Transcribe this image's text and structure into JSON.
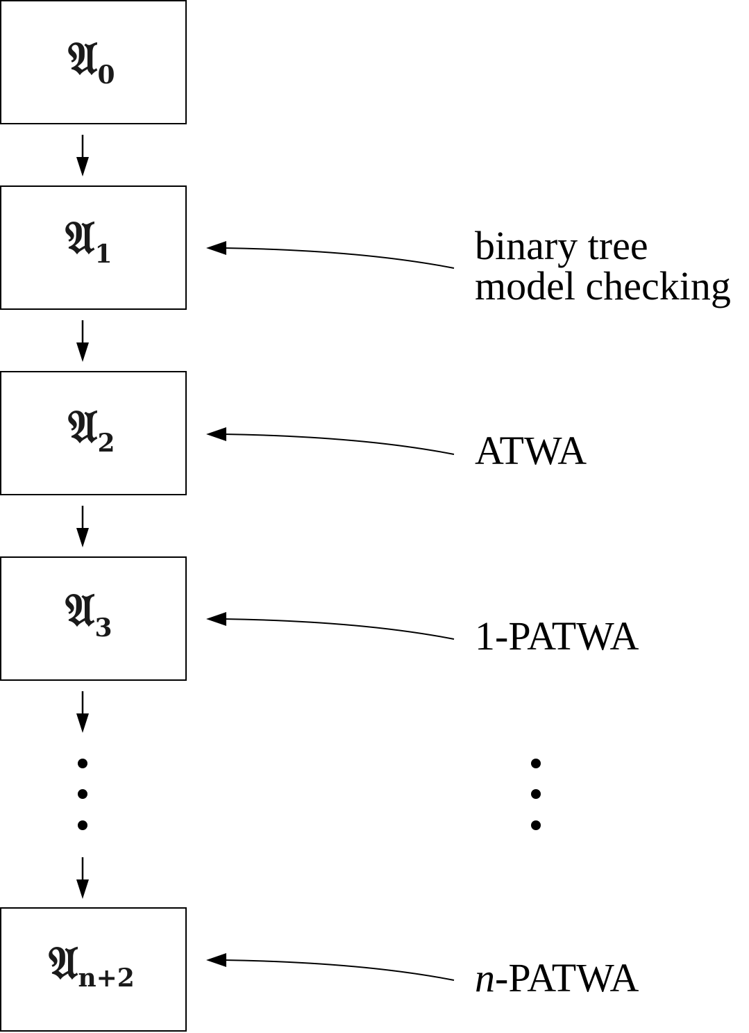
{
  "automata": [
    {
      "symbol": "𝔄",
      "subscript": "0"
    },
    {
      "symbol": "𝔄",
      "subscript": "1"
    },
    {
      "symbol": "𝔄",
      "subscript": "2"
    },
    {
      "symbol": "𝔄",
      "subscript": "3"
    },
    {
      "symbol": "𝔄",
      "subscript": "n+2"
    }
  ],
  "annotations": {
    "a1": {
      "line1": "binary tree",
      "line2": "model checking"
    },
    "a2": {
      "text": "ATWA"
    },
    "a3": {
      "text": "1-PATWA"
    },
    "an2": {
      "var": "n",
      "rest": "-PATWA"
    }
  },
  "colors": {
    "stroke": "#000000",
    "box_fill": "#ffffff"
  }
}
